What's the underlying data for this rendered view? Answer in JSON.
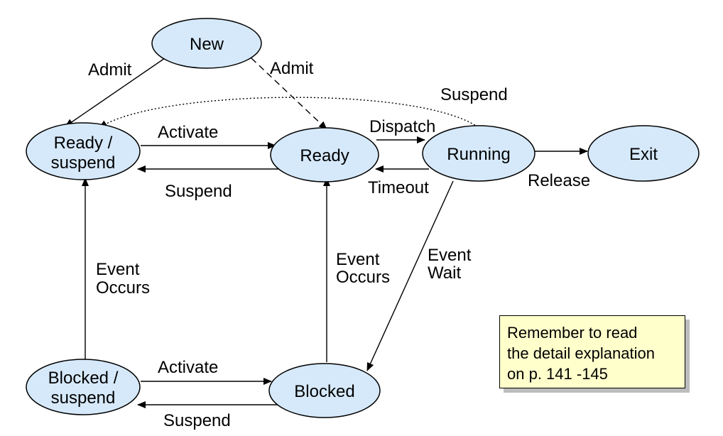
{
  "states": {
    "new": "New",
    "ready_suspend": [
      "Ready /",
      "suspend"
    ],
    "ready": "Ready",
    "running": "Running",
    "exit": "Exit",
    "blocked_suspend": [
      "Blocked /",
      "suspend"
    ],
    "blocked": "Blocked"
  },
  "transitions": {
    "admit_left": "Admit",
    "admit_right": "Admit",
    "suspend_top": "Suspend",
    "activate_top": "Activate",
    "suspend_mid": "Suspend",
    "dispatch": "Dispatch",
    "timeout": "Timeout",
    "release": "Release",
    "event_occurs_left": [
      "Event",
      "Occurs"
    ],
    "event_occurs_mid": [
      "Event",
      "Occurs"
    ],
    "event_wait": [
      "Event",
      "Wait"
    ],
    "activate_bottom": "Activate",
    "suspend_bottom": "Suspend"
  },
  "note": [
    "Remember to read",
    "the detail explanation",
    "on p. 141 -145"
  ],
  "colors": {
    "state_fill": "#d6e9fb",
    "note_fill": "#ffffcc",
    "note_shadow": "#bdbdbd"
  }
}
